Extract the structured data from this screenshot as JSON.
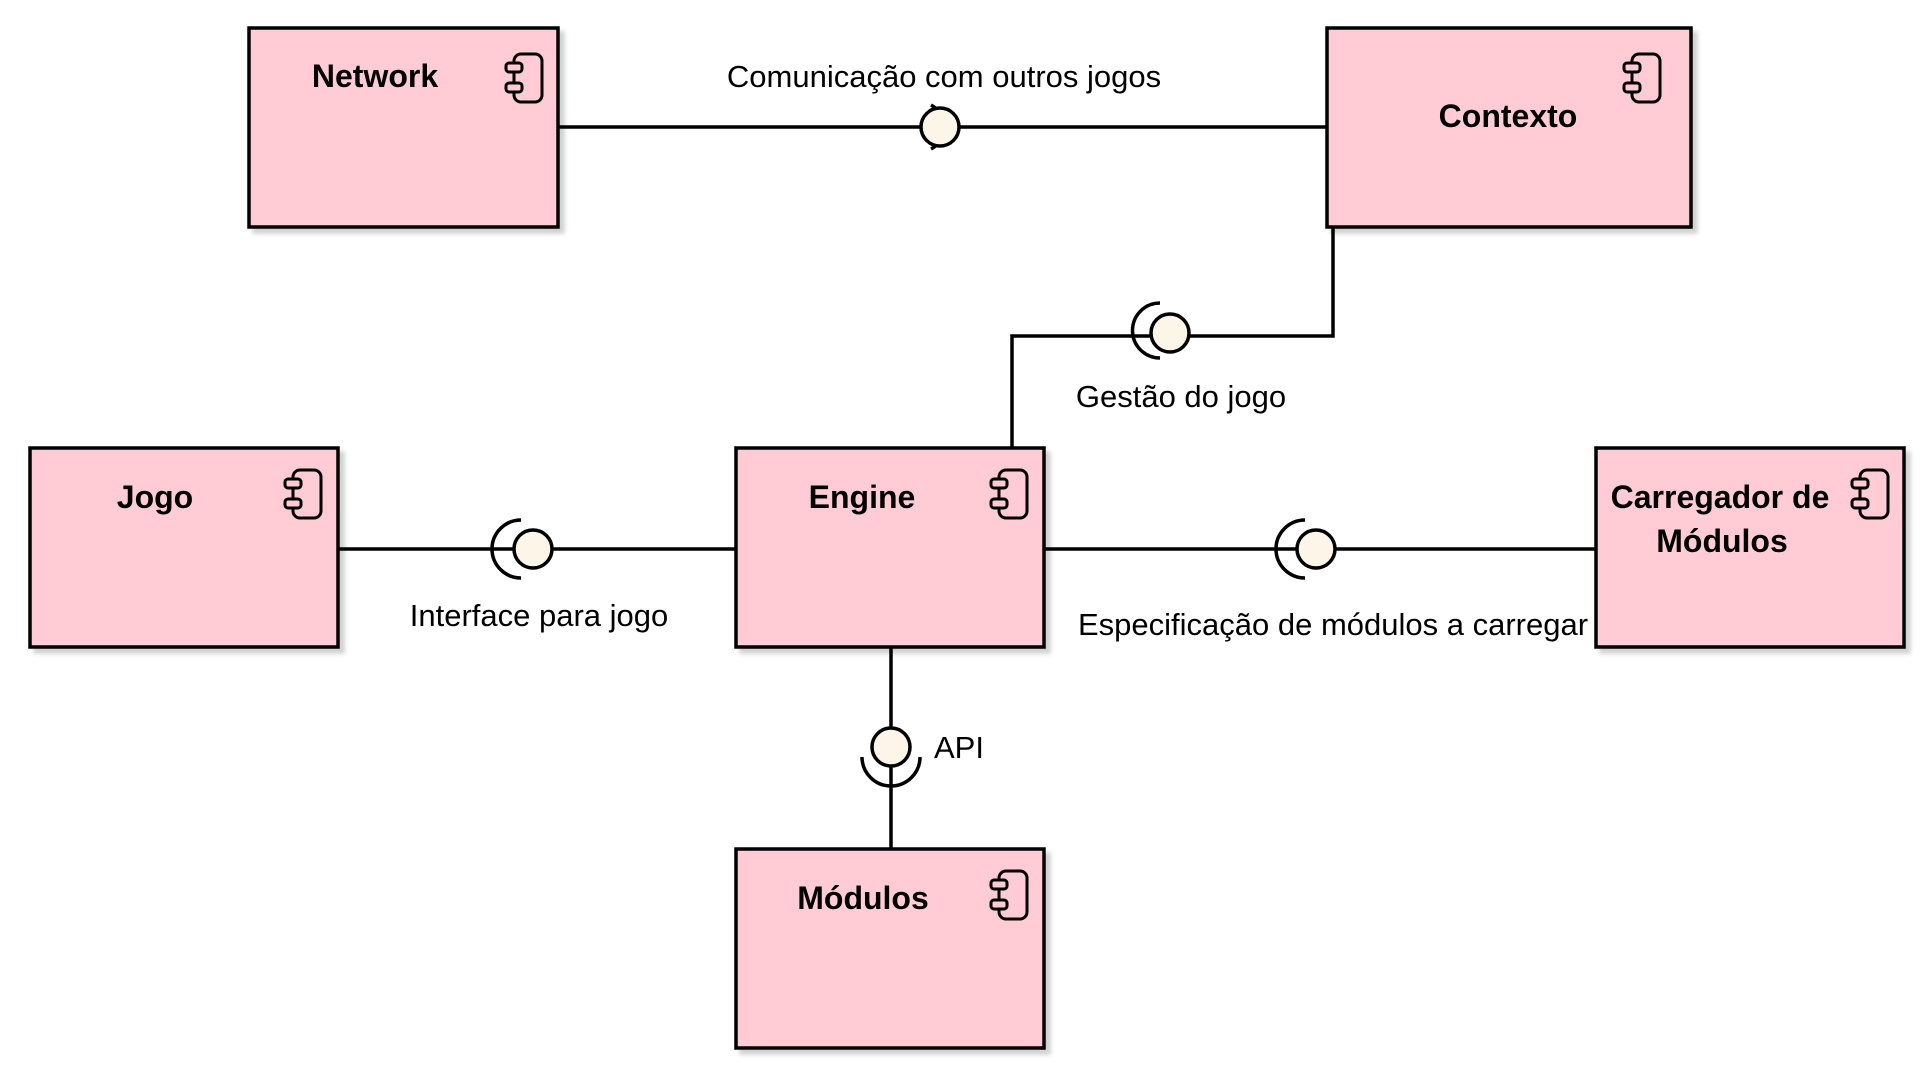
{
  "colors": {
    "component_fill": "#ffccd5",
    "component_border": "#000000",
    "interface_fill": "#fdf5e8",
    "line": "#000000",
    "background": "#ffffff"
  },
  "components": {
    "network": {
      "name": "Network",
      "icon": "uml-component-icon"
    },
    "contexto": {
      "name": "Contexto",
      "icon": "uml-component-icon"
    },
    "jogo": {
      "name": "Jogo",
      "icon": "uml-component-icon"
    },
    "engine": {
      "name": "Engine",
      "icon": "uml-component-icon"
    },
    "carregador": {
      "name_line1": "Carregador de",
      "name_line2": "Módulos",
      "icon": "uml-component-icon"
    },
    "modulos": {
      "name": "Módulos",
      "icon": "uml-component-icon"
    }
  },
  "interfaces": {
    "comunicacao": {
      "label": "Comunicação com outros jogos",
      "icon": "lollipop-interface-icon"
    },
    "gestao": {
      "label": "Gestão do jogo",
      "icon": "lollipop-interface-icon"
    },
    "interface_jogo": {
      "label": "Interface para jogo",
      "icon": "lollipop-interface-icon"
    },
    "especificacao": {
      "label": "Especificação de módulos a carregar",
      "icon": "lollipop-interface-icon"
    },
    "api": {
      "label": "API",
      "icon": "lollipop-interface-icon"
    }
  }
}
